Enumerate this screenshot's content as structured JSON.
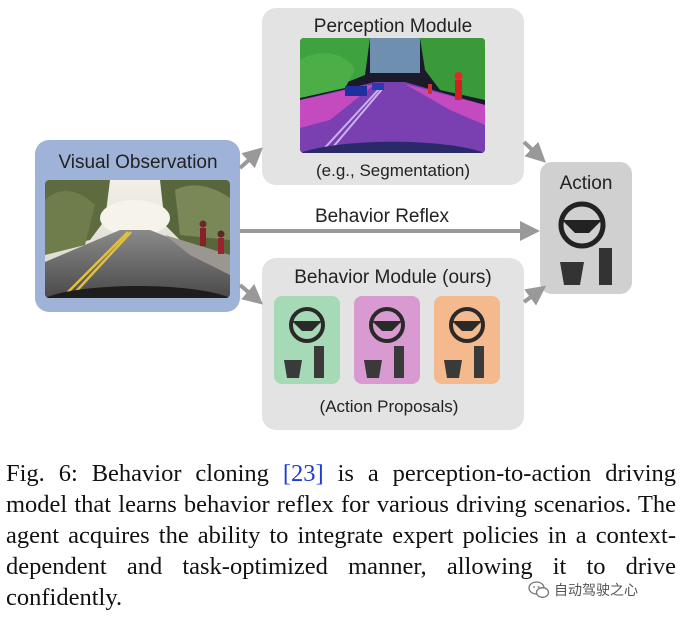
{
  "diagram": {
    "visual_observation": "Visual Observation",
    "perception_module": "Perception Module",
    "perception_example": "(e.g., Segmentation)",
    "behavior_reflex": "Behavior Reflex",
    "action": "Action",
    "behavior_module": "Behavior Module (ours)",
    "action_proposals": "(Action Proposals)",
    "colors": {
      "observation_box": "#9fb3d9",
      "module_box": "#e3e3e3",
      "action_box": "#d0d0d0",
      "proposal_green": "#a6d9b5",
      "proposal_pink": "#d99ad1",
      "proposal_orange": "#f4b98c",
      "segmentation_road": "#7a3fb0",
      "segmentation_vegetation": "#3ea23e",
      "arrow": "#999999"
    },
    "icons": [
      "steering-wheel-icon",
      "pedal-icon",
      "throttle-bar-icon"
    ]
  },
  "caption": {
    "prefix": "Fig. 6: Behavior cloning ",
    "citation": "[23]",
    "body": " is a perception-to-action driving model that learns behavior reflex for various driving scenarios. The agent acquires the ability to integrate expert policies in a context-dependent and task-optimized manner, allowing it to drive confidently."
  },
  "watermark": {
    "text": "自动驾驶之心"
  }
}
